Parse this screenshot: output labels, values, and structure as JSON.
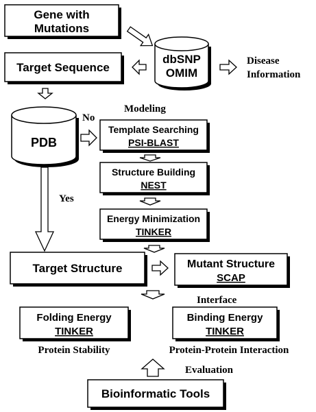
{
  "diagram": {
    "gene": [
      "Gene with",
      "Mutations"
    ],
    "target_sequence": "Target Sequence",
    "databases": [
      "dbSNP",
      "OMIM"
    ],
    "disease_info": [
      "Disease",
      "Information"
    ],
    "pdb": "PDB",
    "branch_no": "No",
    "branch_yes": "Yes",
    "modeling_label": "Modeling",
    "template_search": {
      "title": "Template Searching",
      "tool": "PSI-BLAST"
    },
    "structure_build": {
      "title": "Structure Building",
      "tool": "NEST"
    },
    "energy_min": {
      "title": "Energy Minimization",
      "tool": "TINKER"
    },
    "target_structure": "Target Structure",
    "mutant_structure": {
      "title": "Mutant Structure",
      "tool": "SCAP"
    },
    "interface_label": "Interface",
    "folding_energy": {
      "title": "Folding Energy",
      "tool": "TINKER"
    },
    "binding_energy": {
      "title": "Binding Energy",
      "tool": "TINKER"
    },
    "protein_stability": "Protein Stability",
    "ppi": "Protein-Protein Interaction",
    "evaluation": "Evaluation",
    "bioinformatic_tools": "Bioinformatic Tools"
  }
}
